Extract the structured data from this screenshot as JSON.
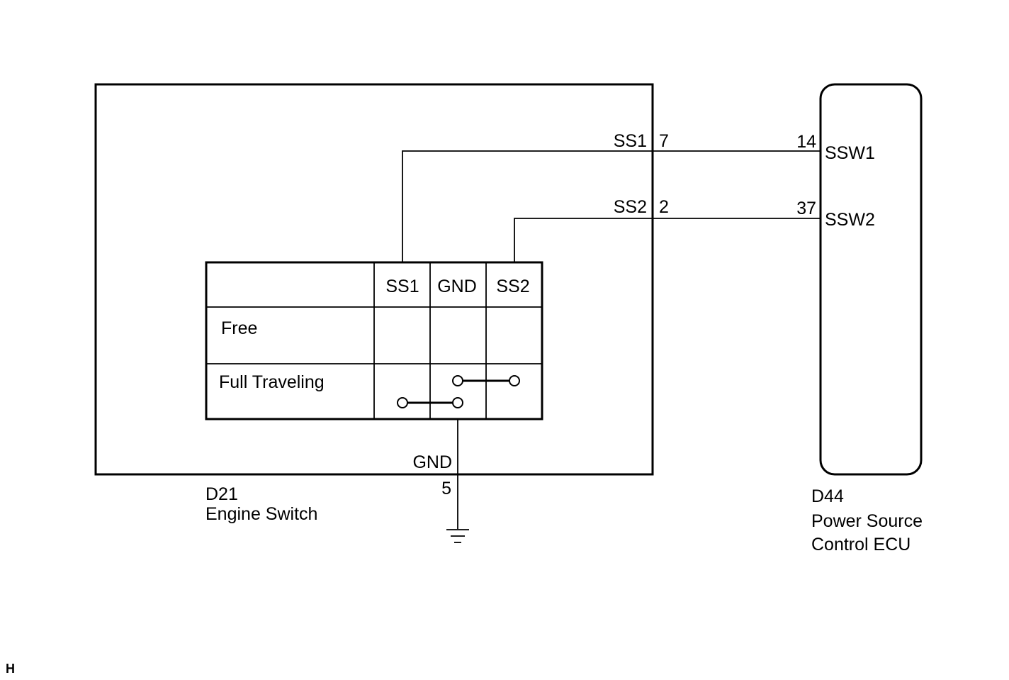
{
  "engine_switch": {
    "code": "D21",
    "name": "Engine Switch",
    "table": {
      "headers": [
        "SS1",
        "GND",
        "SS2"
      ],
      "rows": [
        "Free",
        "Full Traveling"
      ]
    },
    "pins": [
      {
        "terminal": "SS1",
        "number": "7"
      },
      {
        "terminal": "SS2",
        "number": "2"
      },
      {
        "terminal": "GND",
        "number": "5"
      }
    ]
  },
  "power_source_ecu": {
    "code": "D44",
    "name_line1": "Power Source",
    "name_line2": "Control ECU",
    "pins": [
      {
        "number": "14",
        "terminal": "SSW1"
      },
      {
        "number": "37",
        "terminal": "SSW2"
      }
    ]
  },
  "corner_mark": "H",
  "colors": {
    "line": "#000000",
    "background": "#ffffff"
  }
}
